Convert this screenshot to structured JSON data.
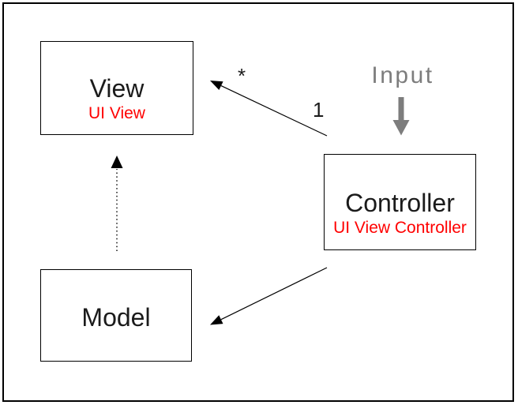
{
  "nodes": {
    "view": {
      "title": "View",
      "subtitle": "UI View"
    },
    "controller": {
      "title": "Controller",
      "subtitle": "UI View Controller"
    },
    "model": {
      "title": "Model"
    }
  },
  "labels": {
    "input": "Input",
    "many": "*",
    "one": "1"
  },
  "colors": {
    "line": "#000000",
    "title_black": "#1b1b1b",
    "subtitle_red": "#ff0000",
    "input_gray": "#7d7d7d"
  }
}
